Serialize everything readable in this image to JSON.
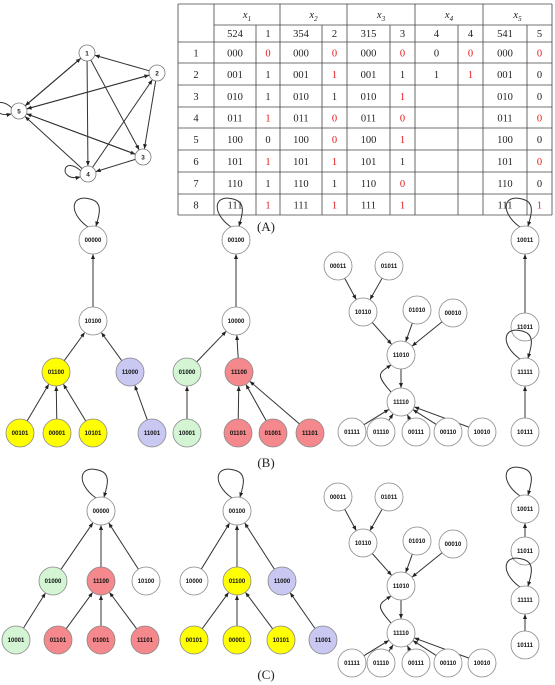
{
  "colors": {
    "red": "#e3191b",
    "yellow": "#ffff00",
    "pink": "#f4888c",
    "green": "#d3f5d3",
    "lavender": "#c8c8f3",
    "white": "#ffffff",
    "line": "#333333"
  },
  "panel_labels": [
    "(A)",
    "(B)",
    "(C)"
  ],
  "small_graph": {
    "nodes": [
      "1",
      "2",
      "3",
      "4",
      "5"
    ],
    "edges": [
      [
        "5",
        "5"
      ],
      [
        "4",
        "4"
      ],
      [
        "5",
        "1"
      ],
      [
        "1",
        "5"
      ],
      [
        "5",
        "2"
      ],
      [
        "2",
        "5"
      ],
      [
        "5",
        "3"
      ],
      [
        "1",
        "3"
      ],
      [
        "2",
        "1"
      ],
      [
        "2",
        "3"
      ],
      [
        "4",
        "2"
      ],
      [
        "4",
        "5"
      ],
      [
        "1",
        "4"
      ],
      [
        "3",
        "4"
      ],
      [
        "3",
        "5"
      ]
    ]
  },
  "table": {
    "columns": [
      {
        "var": "x",
        "sub": "1",
        "code": "524",
        "bit": "1"
      },
      {
        "var": "x",
        "sub": "2",
        "code": "354",
        "bit": "2"
      },
      {
        "var": "x",
        "sub": "3",
        "code": "315",
        "bit": "3"
      },
      {
        "var": "x",
        "sub": "4",
        "code": "4",
        "bit": "4"
      },
      {
        "var": "x",
        "sub": "5",
        "code": "541",
        "bit": "5"
      }
    ],
    "rows": [
      {
        "n": "1",
        "cells": [
          [
            "000",
            "0",
            1
          ],
          [
            "000",
            "0",
            1
          ],
          [
            "000",
            "0",
            1
          ],
          [
            "0",
            "0",
            1
          ],
          [
            "000",
            "0",
            1
          ]
        ]
      },
      {
        "n": "2",
        "cells": [
          [
            "001",
            "1",
            0
          ],
          [
            "001",
            "1",
            1
          ],
          [
            "001",
            "1",
            0
          ],
          [
            "1",
            "1",
            1
          ],
          [
            "001",
            "0",
            0
          ]
        ]
      },
      {
        "n": "3",
        "cells": [
          [
            "010",
            "1",
            0
          ],
          [
            "010",
            "1",
            0
          ],
          [
            "010",
            "1",
            1
          ],
          [
            "",
            "",
            0
          ],
          [
            "010",
            "0",
            0
          ]
        ]
      },
      {
        "n": "4",
        "cells": [
          [
            "011",
            "1",
            1
          ],
          [
            "011",
            "0",
            1
          ],
          [
            "011",
            "0",
            1
          ],
          [
            "",
            "",
            0
          ],
          [
            "011",
            "0",
            1
          ]
        ]
      },
      {
        "n": "5",
        "cells": [
          [
            "100",
            "0",
            0
          ],
          [
            "100",
            "0",
            1
          ],
          [
            "100",
            "1",
            1
          ],
          [
            "",
            "",
            0
          ],
          [
            "100",
            "0",
            0
          ]
        ]
      },
      {
        "n": "6",
        "cells": [
          [
            "101",
            "1",
            1
          ],
          [
            "101",
            "1",
            1
          ],
          [
            "101",
            "1",
            0
          ],
          [
            "",
            "",
            0
          ],
          [
            "101",
            "0",
            1
          ]
        ]
      },
      {
        "n": "7",
        "cells": [
          [
            "110",
            "1",
            0
          ],
          [
            "110",
            "1",
            0
          ],
          [
            "110",
            "0",
            1
          ],
          [
            "",
            "",
            0
          ],
          [
            "110",
            "0",
            0
          ]
        ]
      },
      {
        "n": "8",
        "cells": [
          [
            "111",
            "1",
            1
          ],
          [
            "111",
            "1",
            1
          ],
          [
            "111",
            "1",
            1
          ],
          [
            "",
            "",
            0
          ],
          [
            "111",
            "1",
            1
          ]
        ]
      }
    ]
  },
  "panel_B": [
    {
      "nodes": [
        {
          "id": "00000",
          "c": "white",
          "self": 1
        },
        {
          "id": "10100",
          "c": "white"
        },
        {
          "id": "01100",
          "c": "yellow"
        },
        {
          "id": "11000",
          "c": "lavender"
        },
        {
          "id": "00101",
          "c": "yellow"
        },
        {
          "id": "00001",
          "c": "yellow"
        },
        {
          "id": "10101",
          "c": "yellow"
        },
        {
          "id": "11001",
          "c": "lavender"
        }
      ],
      "edges": [
        [
          "10100",
          "00000"
        ],
        [
          "01100",
          "10100"
        ],
        [
          "11000",
          "10100"
        ],
        [
          "00101",
          "01100"
        ],
        [
          "00001",
          "01100"
        ],
        [
          "10101",
          "01100"
        ],
        [
          "11001",
          "11000"
        ]
      ]
    },
    {
      "nodes": [
        {
          "id": "00100",
          "c": "white",
          "self": 1
        },
        {
          "id": "10000",
          "c": "white"
        },
        {
          "id": "01000",
          "c": "green"
        },
        {
          "id": "11100",
          "c": "pink"
        },
        {
          "id": "10001",
          "c": "green"
        },
        {
          "id": "01101",
          "c": "pink"
        },
        {
          "id": "01001",
          "c": "pink"
        },
        {
          "id": "11101",
          "c": "pink"
        }
      ],
      "edges": [
        [
          "10000",
          "00100"
        ],
        [
          "01000",
          "10000"
        ],
        [
          "11100",
          "10000"
        ],
        [
          "10001",
          "01000"
        ],
        [
          "01101",
          "11100"
        ],
        [
          "01001",
          "11100"
        ],
        [
          "11101",
          "11100"
        ]
      ]
    },
    {
      "nodes": [
        {
          "id": "00011",
          "c": "white"
        },
        {
          "id": "01011",
          "c": "white"
        },
        {
          "id": "10110",
          "c": "white"
        },
        {
          "id": "01010",
          "c": "white"
        },
        {
          "id": "00010",
          "c": "white"
        },
        {
          "id": "11010",
          "c": "white"
        },
        {
          "id": "11110",
          "c": "white"
        },
        {
          "id": "01111",
          "c": "white"
        },
        {
          "id": "01110",
          "c": "white"
        },
        {
          "id": "00111",
          "c": "white"
        },
        {
          "id": "00110",
          "c": "white"
        },
        {
          "id": "10010",
          "c": "white"
        }
      ],
      "edges": [
        [
          "00011",
          "10110"
        ],
        [
          "01011",
          "10110"
        ],
        [
          "10110",
          "11010"
        ],
        [
          "01010",
          "11010"
        ],
        [
          "00010",
          "11010"
        ],
        [
          "11010",
          "11110"
        ],
        [
          "11110",
          "11010"
        ],
        [
          "01111",
          "11110"
        ],
        [
          "01110",
          "11110"
        ],
        [
          "00111",
          "11110"
        ],
        [
          "00110",
          "11110"
        ],
        [
          "10010",
          "11110"
        ]
      ]
    },
    {
      "nodes": [
        {
          "id": "10011",
          "c": "white",
          "self": 1
        },
        {
          "id": "11011",
          "c": "white"
        },
        {
          "id": "11111",
          "c": "white",
          "self": 1
        },
        {
          "id": "10111",
          "c": "white"
        }
      ],
      "edges": [
        [
          "11011",
          "10011"
        ],
        [
          "10111",
          "11111"
        ]
      ]
    }
  ],
  "panel_C": [
    {
      "nodes": [
        {
          "id": "00000",
          "c": "white",
          "self": 1
        },
        {
          "id": "01000",
          "c": "green"
        },
        {
          "id": "11100",
          "c": "pink"
        },
        {
          "id": "10100",
          "c": "white"
        },
        {
          "id": "10001",
          "c": "green"
        },
        {
          "id": "01101",
          "c": "pink"
        },
        {
          "id": "01001",
          "c": "pink"
        },
        {
          "id": "11101",
          "c": "pink"
        }
      ],
      "edges": [
        [
          "01000",
          "00000"
        ],
        [
          "11100",
          "00000"
        ],
        [
          "10100",
          "00000"
        ],
        [
          "10001",
          "01000"
        ],
        [
          "01101",
          "11100"
        ],
        [
          "01001",
          "11100"
        ],
        [
          "11101",
          "11100"
        ]
      ]
    },
    {
      "nodes": [
        {
          "id": "00100",
          "c": "white",
          "self": 1
        },
        {
          "id": "10000",
          "c": "white"
        },
        {
          "id": "01100",
          "c": "yellow"
        },
        {
          "id": "11000",
          "c": "lavender"
        },
        {
          "id": "00101",
          "c": "yellow"
        },
        {
          "id": "00001",
          "c": "yellow"
        },
        {
          "id": "10101",
          "c": "yellow"
        },
        {
          "id": "11001",
          "c": "lavender"
        }
      ],
      "edges": [
        [
          "10000",
          "00100"
        ],
        [
          "01100",
          "00100"
        ],
        [
          "11000",
          "00100"
        ],
        [
          "00101",
          "01100"
        ],
        [
          "00001",
          "01100"
        ],
        [
          "10101",
          "01100"
        ],
        [
          "11001",
          "11000"
        ]
      ]
    },
    {
      "nodes": [
        {
          "id": "00011",
          "c": "white"
        },
        {
          "id": "01011",
          "c": "white"
        },
        {
          "id": "10110",
          "c": "white"
        },
        {
          "id": "01010",
          "c": "white"
        },
        {
          "id": "00010",
          "c": "white"
        },
        {
          "id": "11010",
          "c": "white"
        },
        {
          "id": "11110",
          "c": "white"
        },
        {
          "id": "01111",
          "c": "white"
        },
        {
          "id": "01110",
          "c": "white"
        },
        {
          "id": "00111",
          "c": "white"
        },
        {
          "id": "00110",
          "c": "white"
        },
        {
          "id": "10010",
          "c": "white"
        }
      ],
      "edges": [
        [
          "00011",
          "10110"
        ],
        [
          "01011",
          "10110"
        ],
        [
          "10110",
          "11010"
        ],
        [
          "01010",
          "11010"
        ],
        [
          "00010",
          "11010"
        ],
        [
          "11010",
          "11110"
        ],
        [
          "11110",
          "11010"
        ],
        [
          "01111",
          "11110"
        ],
        [
          "01110",
          "11110"
        ],
        [
          "00111",
          "11110"
        ],
        [
          "00110",
          "11110"
        ],
        [
          "10010",
          "11110"
        ]
      ]
    },
    {
      "nodes": [
        {
          "id": "10011",
          "c": "white",
          "self": 1
        },
        {
          "id": "11011",
          "c": "white"
        },
        {
          "id": "11111",
          "c": "white",
          "self": 1
        },
        {
          "id": "10111",
          "c": "white"
        }
      ],
      "edges": [
        [
          "11011",
          "10011"
        ],
        [
          "10111",
          "11111"
        ]
      ]
    }
  ]
}
